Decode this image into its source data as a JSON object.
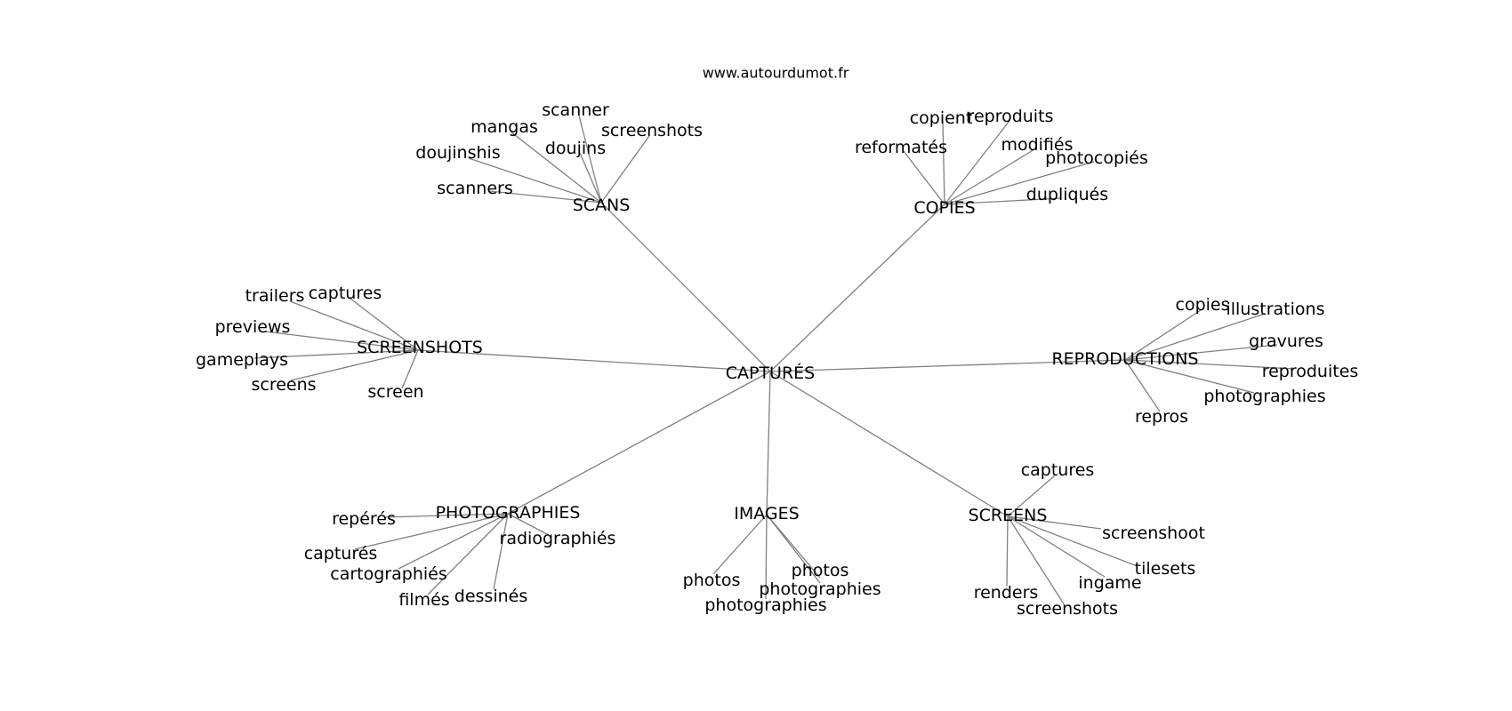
{
  "header": {
    "site": "www.autourdumot.fr"
  },
  "center": "CAPTURÉS",
  "groups": [
    {
      "label": "SCANS",
      "words": [
        "scanner",
        "mangas",
        "screenshots",
        "doujins",
        "doujinshis",
        "scanners"
      ]
    },
    {
      "label": "COPIES",
      "words": [
        "copient",
        "reproduits",
        "modifiés",
        "reformatés",
        "photocopiés",
        "dupliqués"
      ]
    },
    {
      "label": "SCREENSHOTS",
      "words": [
        "trailers",
        "captures",
        "previews",
        "gameplays",
        "screens",
        "screen"
      ]
    },
    {
      "label": "REPRODUCTIONS",
      "words": [
        "copies",
        "illustrations",
        "gravures",
        "reproduites",
        "photographies",
        "repros"
      ]
    },
    {
      "label": "PHOTOGRAPHIES",
      "words": [
        "repérés",
        "radiographiés",
        "capturés",
        "cartographiés",
        "filmés",
        "dessinés"
      ]
    },
    {
      "label": "IMAGES",
      "words": [
        "photos",
        "photos",
        "photographies",
        "photographies"
      ]
    },
    {
      "label": "SCREENS",
      "words": [
        "captures",
        "screenshoot",
        "tilesets",
        "ingame",
        "renders",
        "screenshots"
      ]
    }
  ]
}
